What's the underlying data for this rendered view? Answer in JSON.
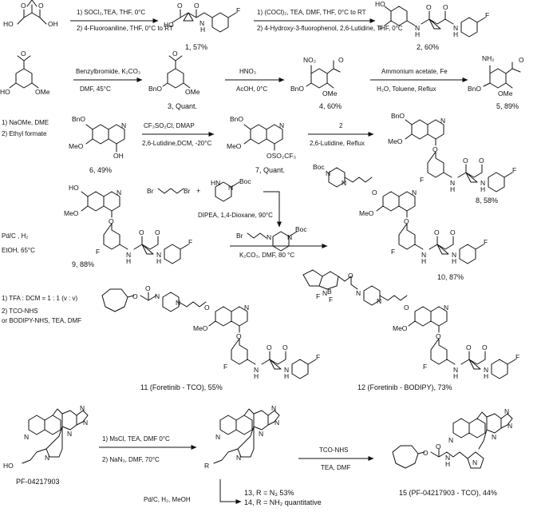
{
  "reagents": {
    "r1a": "1) SOCl₂,TEA, THF, 0°C",
    "r1b": "2) 4-Fluoroaniline, THF, 0°C to RT",
    "r2a": "1) (COCl)₂, TEA, DMF, THF, 0°C to RT",
    "r2b": "2) 4-Hydroxy-3-fluorophenol, 2,6-Lutidine, THF, 0°C",
    "r3a": "Benzylbromide, K₂CO₃",
    "r3b": "DMF, 45°C",
    "r4a": "HNO₃",
    "r4b": "AcOH, 0°C",
    "r5a": "Ammonium acetate, Fe",
    "r5b": "H₂O, Toluene, Reflux",
    "r6a": "1) NaOMe, DME",
    "r6b": "2) Ethyl formate",
    "r7a": "CF₃SO₂Cl, DMAP",
    "r7b": "2,6-Lutidine,DCM, -20°C",
    "r8a": "2",
    "r8b": "2,6-Lutidine, Reflux",
    "r9a": "Pd/C , H₂",
    "r9b": "EtOH, 65°C",
    "r10top": "DIPEA, 1,4-Dioxane, 90°C",
    "r10bot": "K₂CO₃, DMF, 80 °C",
    "r11a": "1) TFA : DCM = 1 : 1 (v : v)",
    "r11b": "2) TCO-NHS",
    "r11c": "or BODIPY-NHS, TEA, DMF",
    "r13a": "1) MsCl, TEA, DMF 0°C",
    "r13b": "2) NaN₃, DMF, 70°C",
    "r14": "Pd/C, H₂, MeOH",
    "r15a": "TCO-NHS",
    "r15b": "TEA, DMF"
  },
  "compounds": {
    "c1": "1, 57%",
    "c2": "2, 60%",
    "c3": "3, Quant.",
    "c4": "4, 60%",
    "c5": "5, 89%",
    "c6": "6, 49%",
    "c7": "7, Quant.",
    "c8": "8, 58%",
    "c9": "9, 88%",
    "c10": "10, 87%",
    "c11": "11 (Foretinib - TCO), 55%",
    "c12": "12 (Foretinib - BODIPY), 73%",
    "pf": "PF-04217903",
    "c13": "13, R = N₃ 53%",
    "c14": "14, R = NH₂ quantitative",
    "c15": "15 (PF-04217903 - TCO), 44%"
  },
  "atoms": {
    "F": "F",
    "O": "O",
    "OH": "OH",
    "HO": "HO",
    "N": "N",
    "H": "H",
    "R": "R",
    "NO2": "NO₂",
    "NH2": "NH₂",
    "OMe": "OMe",
    "MeO": "MeO",
    "BnO": "BnO",
    "Br": "Br",
    "Boc": "Boc",
    "B": "B",
    "OSO2CF3": "OSO₂CF₃",
    "plus": "+",
    "HN": "HN"
  }
}
